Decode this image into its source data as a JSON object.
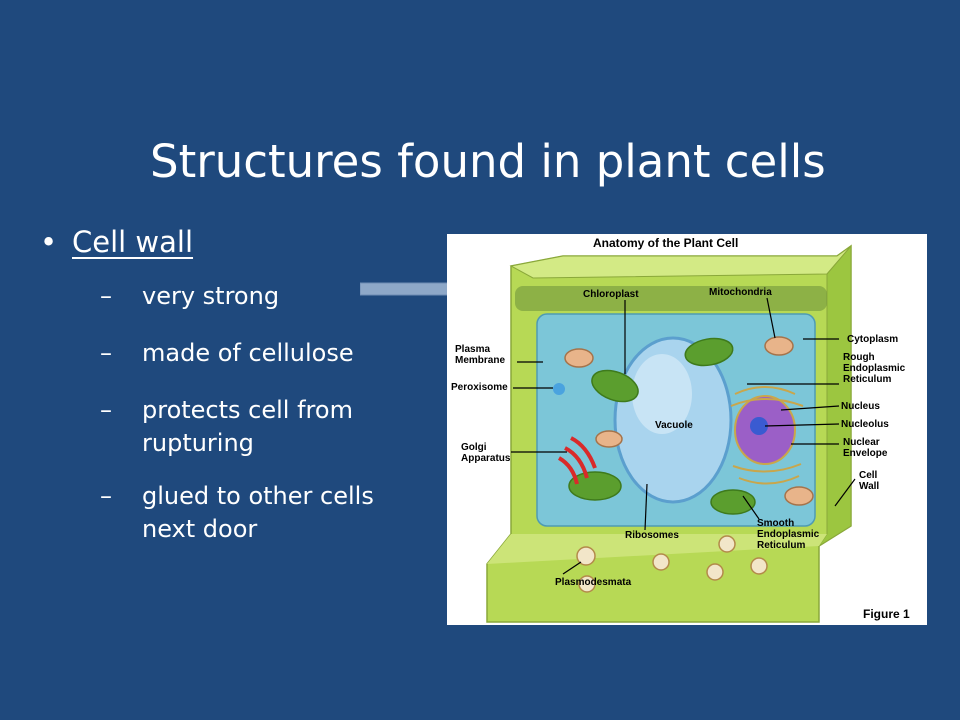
{
  "slide": {
    "title": "Structures found in plant cells",
    "bullet": {
      "marker": "•",
      "label": "Cell wall",
      "dash": "–",
      "subitems": [
        "very strong",
        "made of cellulose",
        "protects cell from rupturing",
        "glued to other cells next door"
      ]
    }
  },
  "figure": {
    "title": "Anatomy of the Plant Cell",
    "caption": "Figure 1",
    "labels": {
      "chloroplast": "Chloroplast",
      "mitochondria": "Mitochondria",
      "plasma_membrane": "Plasma Membrane",
      "peroxisome": "Peroxisome",
      "golgi": "Golgi Apparatus",
      "vacuole": "Vacuole",
      "ribosomes": "Ribosomes",
      "plasmodesmata": "Plasmodesmata",
      "cytoplasm": "Cytoplasm",
      "rough_er": "Rough Endoplasmic Reticulum",
      "nucleus": "Nucleus",
      "nucleolus": "Nucleolus",
      "nuclear_envelope": "Nuclear Envelope",
      "cell_wall": "Cell Wall",
      "smooth_er": "Smooth Endoplasmic Reticulum"
    }
  },
  "colors": {
    "background": "#1f497d",
    "text": "#ffffff",
    "arrow": "#8ea8c8",
    "cell_wall": "#b7d955",
    "cytoplasm": "#7cc6d8",
    "vacuole": "#a9d4ee",
    "chloroplast": "#5b9e2e",
    "golgi": "#d92a2a",
    "nucleus": "#9b5fc7"
  }
}
